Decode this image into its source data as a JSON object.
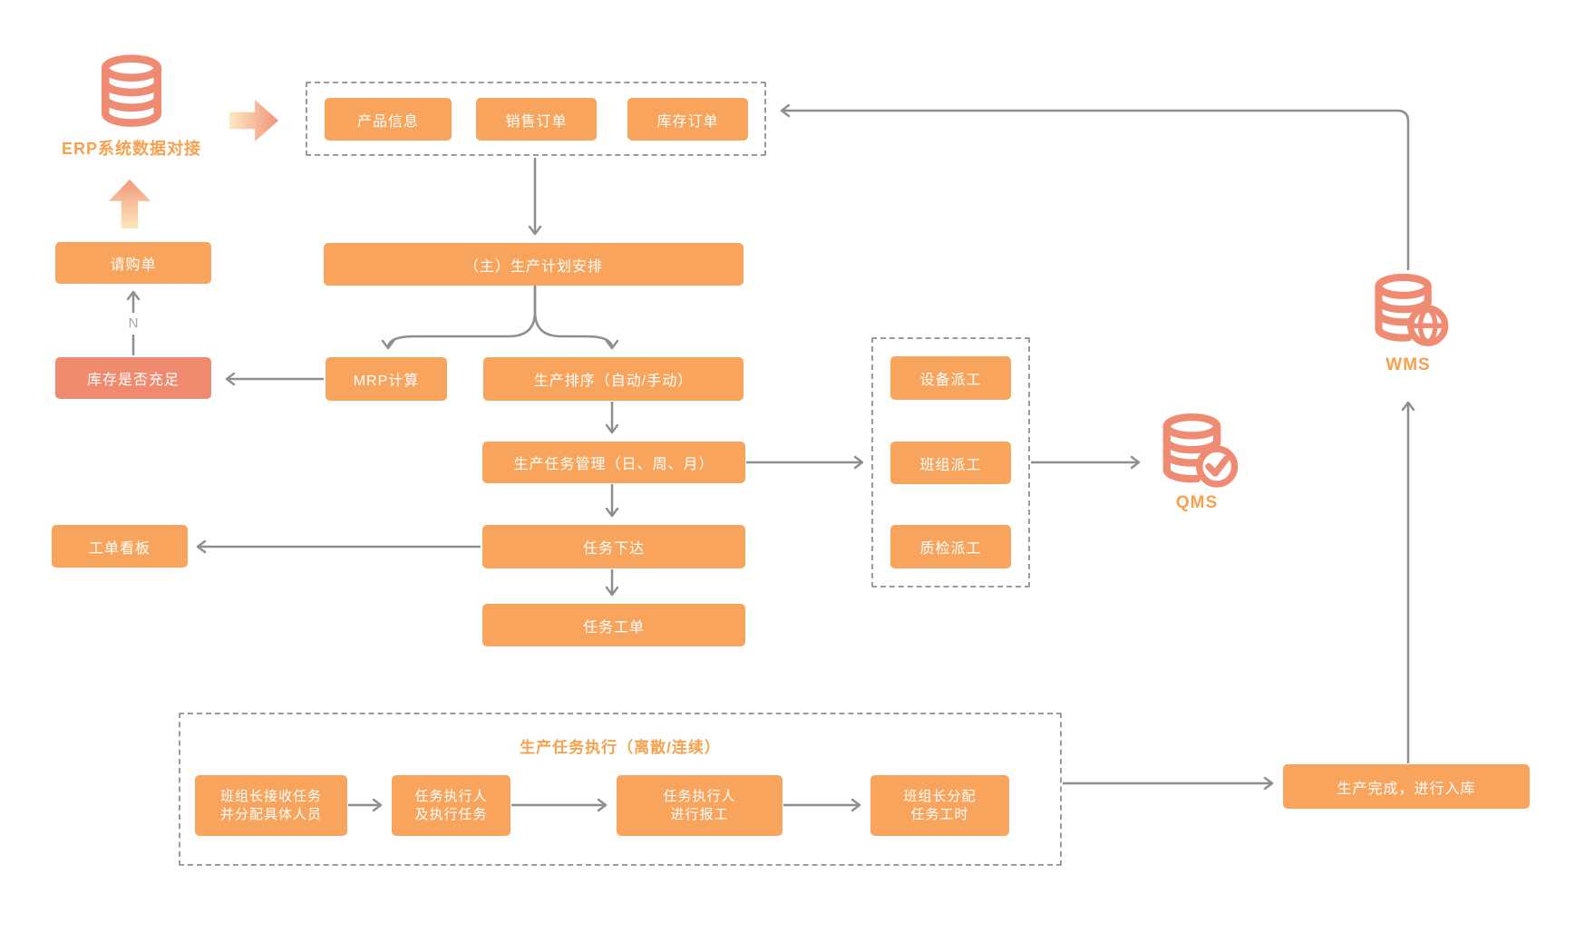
{
  "colors": {
    "node_orange": "#F9A45C",
    "node_coral": "#EF8A6E",
    "accent_orange": "#F7A14E",
    "icon_salmon": "#F08B73",
    "line_gray": "#8E8E8E"
  },
  "erp": {
    "label": "ERP系统数据对接"
  },
  "erp_group": {
    "items": [
      "产品信息",
      "销售订单",
      "库存订单"
    ]
  },
  "planning": {
    "purchase_request": "请购单",
    "stock_check": "库存是否充足",
    "no_label": "N",
    "main_plan": "（主）生产计划安排",
    "mrp": "MRP计算",
    "sequencing": "生产排序（自动/手动）",
    "task_mgmt": "生产任务管理（日、周、月）",
    "task_release": "任务下达",
    "work_order_board": "工单看板",
    "task_work_order": "任务工单"
  },
  "dispatch_group": {
    "items": [
      "设备派工",
      "班组派工",
      "质检派工"
    ]
  },
  "qms": {
    "label": "QMS"
  },
  "wms": {
    "label": "WMS"
  },
  "execution": {
    "title": "生产任务执行（离散/连续）",
    "steps": [
      {
        "line1": "班组长接收任务",
        "line2": "并分配具体人员"
      },
      {
        "line1": "任务执行人",
        "line2": "及执行任务"
      },
      {
        "line1": "任务执行人",
        "line2": "进行报工"
      },
      {
        "line1": "班组长分配",
        "line2": "任务工时"
      }
    ]
  },
  "completion": {
    "label": "生产完成，进行入库"
  }
}
